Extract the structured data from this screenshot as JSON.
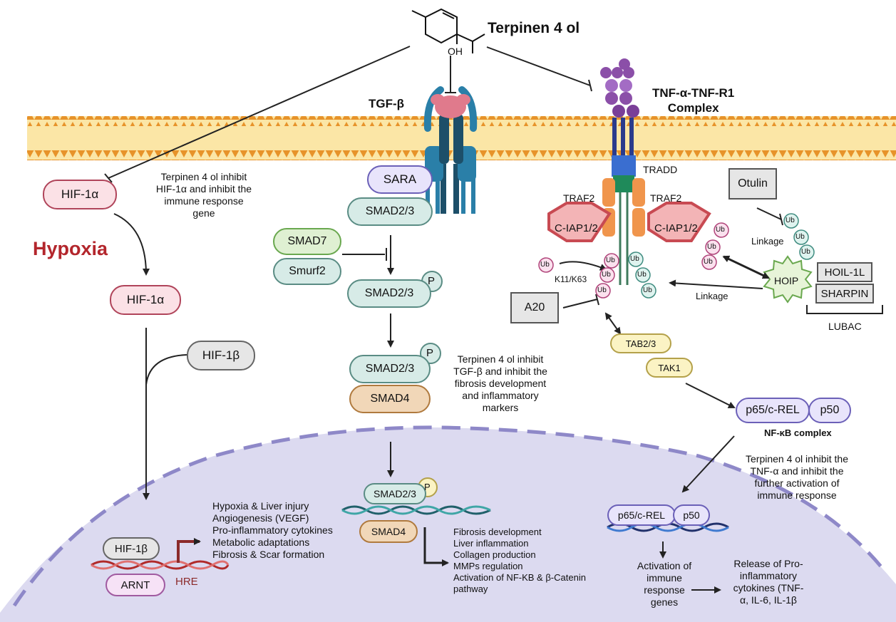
{
  "title": "Terpinen 4 ol",
  "oh": "OH",
  "hypoxia": "Hypoxia",
  "tgf": "TGF-β",
  "tnf_complex": [
    "TNF-α-TNF-R1",
    "Complex"
  ],
  "hif1a_top": "HIF-1α",
  "hif1a_mid": "HIF-1α",
  "hif1b": "HIF-1β",
  "hif1b_nuc": "HIF-1β",
  "arnt": "ARNT",
  "hre": "HRE",
  "hif_note": [
    "Terpinen 4 ol inhibit",
    "HIF-1α and inhibit the",
    "immune response",
    "gene"
  ],
  "hypoxia_effects": [
    "Hypoxia & Liver injury",
    "Angiogenesis (VEGF)",
    "Pro-inflammatory cytokines",
    "Metabolic adaptations",
    "Fibrosis & Scar formation"
  ],
  "sara": "SARA",
  "smad23_a": "SMAD2/3",
  "smad7": "SMAD7",
  "smurf2": "Smurf2",
  "smad23_b": "SMAD2/3",
  "smad23_c": "SMAD2/3",
  "smad4": "SMAD4",
  "smad23_nuc": "SMAD2/3",
  "smad4_nuc": "SMAD4",
  "p": "P",
  "tgf_note": [
    "Terpinen 4 ol inhibit",
    "TGF-β and inhibit the",
    "fibrosis development",
    "and inflammatory",
    "markers"
  ],
  "fibrosis_effects": [
    "Fibrosis development",
    "Liver inflammation",
    "Collagen production",
    "MMPs regulation",
    "Activation of  NF-KB & β-Catenin",
    "pathway"
  ],
  "tradd": "TRADD",
  "traf2_left": "TRAF2",
  "traf2_right": "TRAF2",
  "ciap_left": "C-IAP1/2",
  "ciap_right": "C-IAP1/2",
  "otulin": "Otulin",
  "linkage_top": "Linkage",
  "linkage_mid": "Linkage",
  "hoip": "HOIP",
  "hoil": "HOIL-1L",
  "sharpin": "SHARPIN",
  "lubac": "LUBAC",
  "ub": "Ub",
  "k11": "K11/K63",
  "a20": "A20",
  "tab23": "TAB2/3",
  "tak1": "TAK1",
  "p65": "p65/c-REL",
  "p50": "p50",
  "nfkb": "NF-κB complex",
  "tnf_note": [
    "Terpinen 4 ol inhibit the",
    "TNF-α and inhibit the",
    "further activation of",
    "immune response"
  ],
  "p65_nuc": "p65/c-REL",
  "p50_nuc": "p50",
  "activation": [
    "Activation of",
    "immune",
    "response",
    "genes"
  ],
  "release": [
    "Release of Pro-",
    "inflammatory",
    "cytokines (TNF-",
    "α, IL-6, IL-1β"
  ],
  "colors": {
    "membrane": "#f5d27a",
    "membrane_head": "#e89a2a",
    "nucleus": "#dcdaf0",
    "nucleus_border": "#8e88c8",
    "hypoxia": "#b3262c",
    "pink_fill": "#fbe1e6",
    "pink_border": "#b0445a",
    "teal_fill": "#d7ebe7",
    "teal_border": "#5a8c84",
    "tan_fill": "#f1d7b8",
    "tan_border": "#b07a3e",
    "yellow_fill": "#fbf3c4",
    "yellow_border": "#b4a14a",
    "purple_fill": "#e8e4fb",
    "purple_border": "#6b60b8",
    "green_fill": "#dff0d2",
    "green_border": "#6aa84f"
  }
}
